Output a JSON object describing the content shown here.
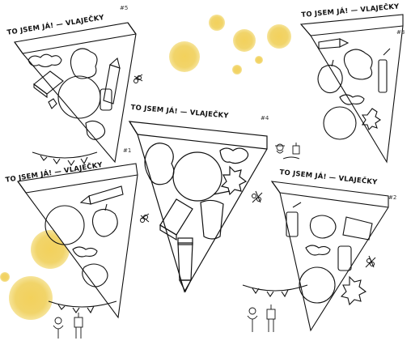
{
  "pennant_title": "TO JSEM JÁ! — VLAJEČKY",
  "pennant_numbers": [
    "#5",
    "#4",
    "#1",
    "#2",
    "#3"
  ],
  "colors": {
    "ink": "#111111",
    "paint_yellow": "#f1d46a",
    "paper": "#ffffff"
  },
  "icons": [
    "scissors-icon",
    "pencil-icon",
    "apple-icon",
    "book-icon",
    "cup-icon",
    "bunting-icon",
    "cat-icon",
    "robot-icon"
  ]
}
